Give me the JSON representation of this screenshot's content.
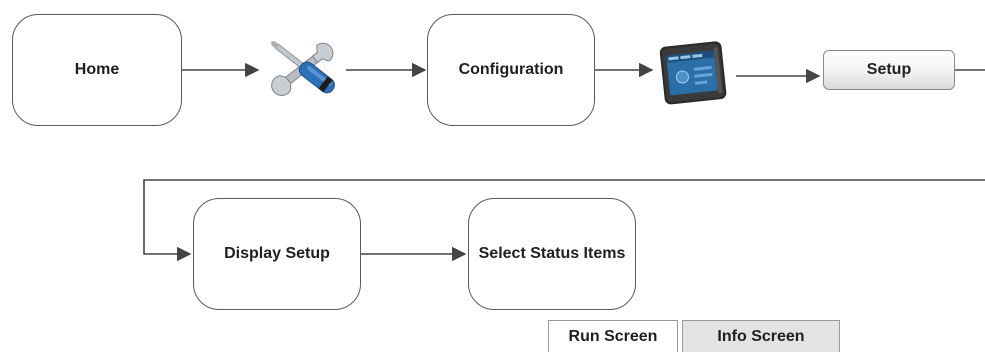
{
  "flow": {
    "row1": {
      "home_label": "Home",
      "tools_icon": "tools-icon",
      "configuration_label": "Configuration",
      "display_icon": "display-terminal-icon",
      "setup_button_label": "Setup"
    },
    "row2": {
      "display_setup_label": "Display Setup",
      "select_status_label": "Select Status Items"
    },
    "tabs": [
      {
        "label": "Run Screen"
      },
      {
        "label": "Info Screen"
      }
    ]
  },
  "colors": {
    "line": "#444444",
    "node_border": "#5a5a5a",
    "tools_handle_blue": "#2e6fb7",
    "tools_metal": "#b9bec4",
    "display_screen_blue": "#2b6fa8",
    "display_bezel": "#2a2a2a",
    "inactive_tab_bg": "#e3e3e3"
  }
}
